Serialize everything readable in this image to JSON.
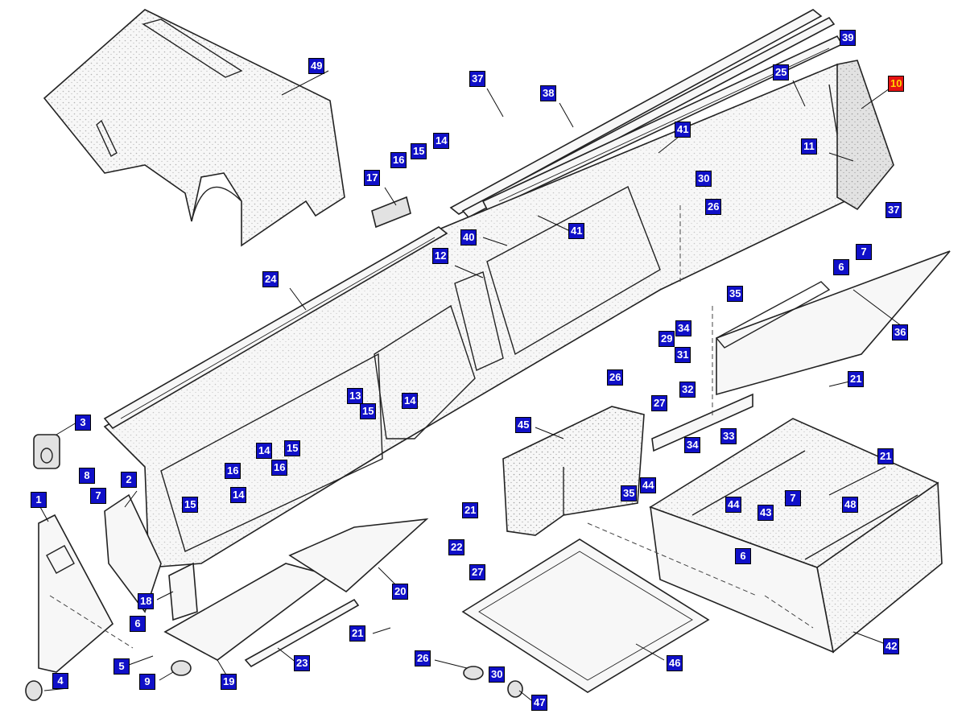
{
  "diagram": {
    "callouts": [
      {
        "id": "c1",
        "label": "1",
        "highlight": false
      },
      {
        "id": "c2",
        "label": "2",
        "highlight": false
      },
      {
        "id": "c3",
        "label": "3",
        "highlight": false
      },
      {
        "id": "c4",
        "label": "4",
        "highlight": false
      },
      {
        "id": "c5",
        "label": "5",
        "highlight": false
      },
      {
        "id": "c6a",
        "label": "6",
        "highlight": false
      },
      {
        "id": "c6b",
        "label": "6",
        "highlight": false
      },
      {
        "id": "c6c",
        "label": "6",
        "highlight": false
      },
      {
        "id": "c7a",
        "label": "7",
        "highlight": false
      },
      {
        "id": "c7b",
        "label": "7",
        "highlight": false
      },
      {
        "id": "c7c",
        "label": "7",
        "highlight": false
      },
      {
        "id": "c8",
        "label": "8",
        "highlight": false
      },
      {
        "id": "c9",
        "label": "9",
        "highlight": false
      },
      {
        "id": "c10",
        "label": "10",
        "highlight": true
      },
      {
        "id": "c11",
        "label": "11",
        "highlight": false
      },
      {
        "id": "c12",
        "label": "12",
        "highlight": false
      },
      {
        "id": "c13",
        "label": "13",
        "highlight": false
      },
      {
        "id": "c14a",
        "label": "14",
        "highlight": false
      },
      {
        "id": "c14b",
        "label": "14",
        "highlight": false
      },
      {
        "id": "c14c",
        "label": "14",
        "highlight": false
      },
      {
        "id": "c14d",
        "label": "14",
        "highlight": false
      },
      {
        "id": "c15a",
        "label": "15",
        "highlight": false
      },
      {
        "id": "c15b",
        "label": "15",
        "highlight": false
      },
      {
        "id": "c15c",
        "label": "15",
        "highlight": false
      },
      {
        "id": "c15d",
        "label": "15",
        "highlight": false
      },
      {
        "id": "c16a",
        "label": "16",
        "highlight": false
      },
      {
        "id": "c16b",
        "label": "16",
        "highlight": false
      },
      {
        "id": "c16c",
        "label": "16",
        "highlight": false
      },
      {
        "id": "c17",
        "label": "17",
        "highlight": false
      },
      {
        "id": "c18",
        "label": "18",
        "highlight": false
      },
      {
        "id": "c19",
        "label": "19",
        "highlight": false
      },
      {
        "id": "c20",
        "label": "20",
        "highlight": false
      },
      {
        "id": "c21a",
        "label": "21",
        "highlight": false
      },
      {
        "id": "c21b",
        "label": "21",
        "highlight": false
      },
      {
        "id": "c21c",
        "label": "21",
        "highlight": false
      },
      {
        "id": "c21d",
        "label": "21",
        "highlight": false
      },
      {
        "id": "c22",
        "label": "22",
        "highlight": false
      },
      {
        "id": "c23",
        "label": "23",
        "highlight": false
      },
      {
        "id": "c24",
        "label": "24",
        "highlight": false
      },
      {
        "id": "c25",
        "label": "25",
        "highlight": false
      },
      {
        "id": "c26a",
        "label": "26",
        "highlight": false
      },
      {
        "id": "c26b",
        "label": "26",
        "highlight": false
      },
      {
        "id": "c26c",
        "label": "26",
        "highlight": false
      },
      {
        "id": "c27a",
        "label": "27",
        "highlight": false
      },
      {
        "id": "c27b",
        "label": "27",
        "highlight": false
      },
      {
        "id": "c29",
        "label": "29",
        "highlight": false
      },
      {
        "id": "c30a",
        "label": "30",
        "highlight": false
      },
      {
        "id": "c30b",
        "label": "30",
        "highlight": false
      },
      {
        "id": "c31",
        "label": "31",
        "highlight": false
      },
      {
        "id": "c32",
        "label": "32",
        "highlight": false
      },
      {
        "id": "c33",
        "label": "33",
        "highlight": false
      },
      {
        "id": "c34a",
        "label": "34",
        "highlight": false
      },
      {
        "id": "c34b",
        "label": "34",
        "highlight": false
      },
      {
        "id": "c35a",
        "label": "35",
        "highlight": false
      },
      {
        "id": "c35b",
        "label": "35",
        "highlight": false
      },
      {
        "id": "c36",
        "label": "36",
        "highlight": false
      },
      {
        "id": "c37a",
        "label": "37",
        "highlight": false
      },
      {
        "id": "c37b",
        "label": "37",
        "highlight": false
      },
      {
        "id": "c38",
        "label": "38",
        "highlight": false
      },
      {
        "id": "c39",
        "label": "39",
        "highlight": false
      },
      {
        "id": "c40",
        "label": "40",
        "highlight": false
      },
      {
        "id": "c41a",
        "label": "41",
        "highlight": false
      },
      {
        "id": "c41b",
        "label": "41",
        "highlight": false
      },
      {
        "id": "c42",
        "label": "42",
        "highlight": false
      },
      {
        "id": "c43",
        "label": "43",
        "highlight": false
      },
      {
        "id": "c44a",
        "label": "44",
        "highlight": false
      },
      {
        "id": "c44b",
        "label": "44",
        "highlight": false
      },
      {
        "id": "c45",
        "label": "45",
        "highlight": false
      },
      {
        "id": "c46",
        "label": "46",
        "highlight": false
      },
      {
        "id": "c47",
        "label": "47",
        "highlight": false
      },
      {
        "id": "c48",
        "label": "48",
        "highlight": false
      },
      {
        "id": "c49",
        "label": "49",
        "highlight": false
      }
    ]
  }
}
